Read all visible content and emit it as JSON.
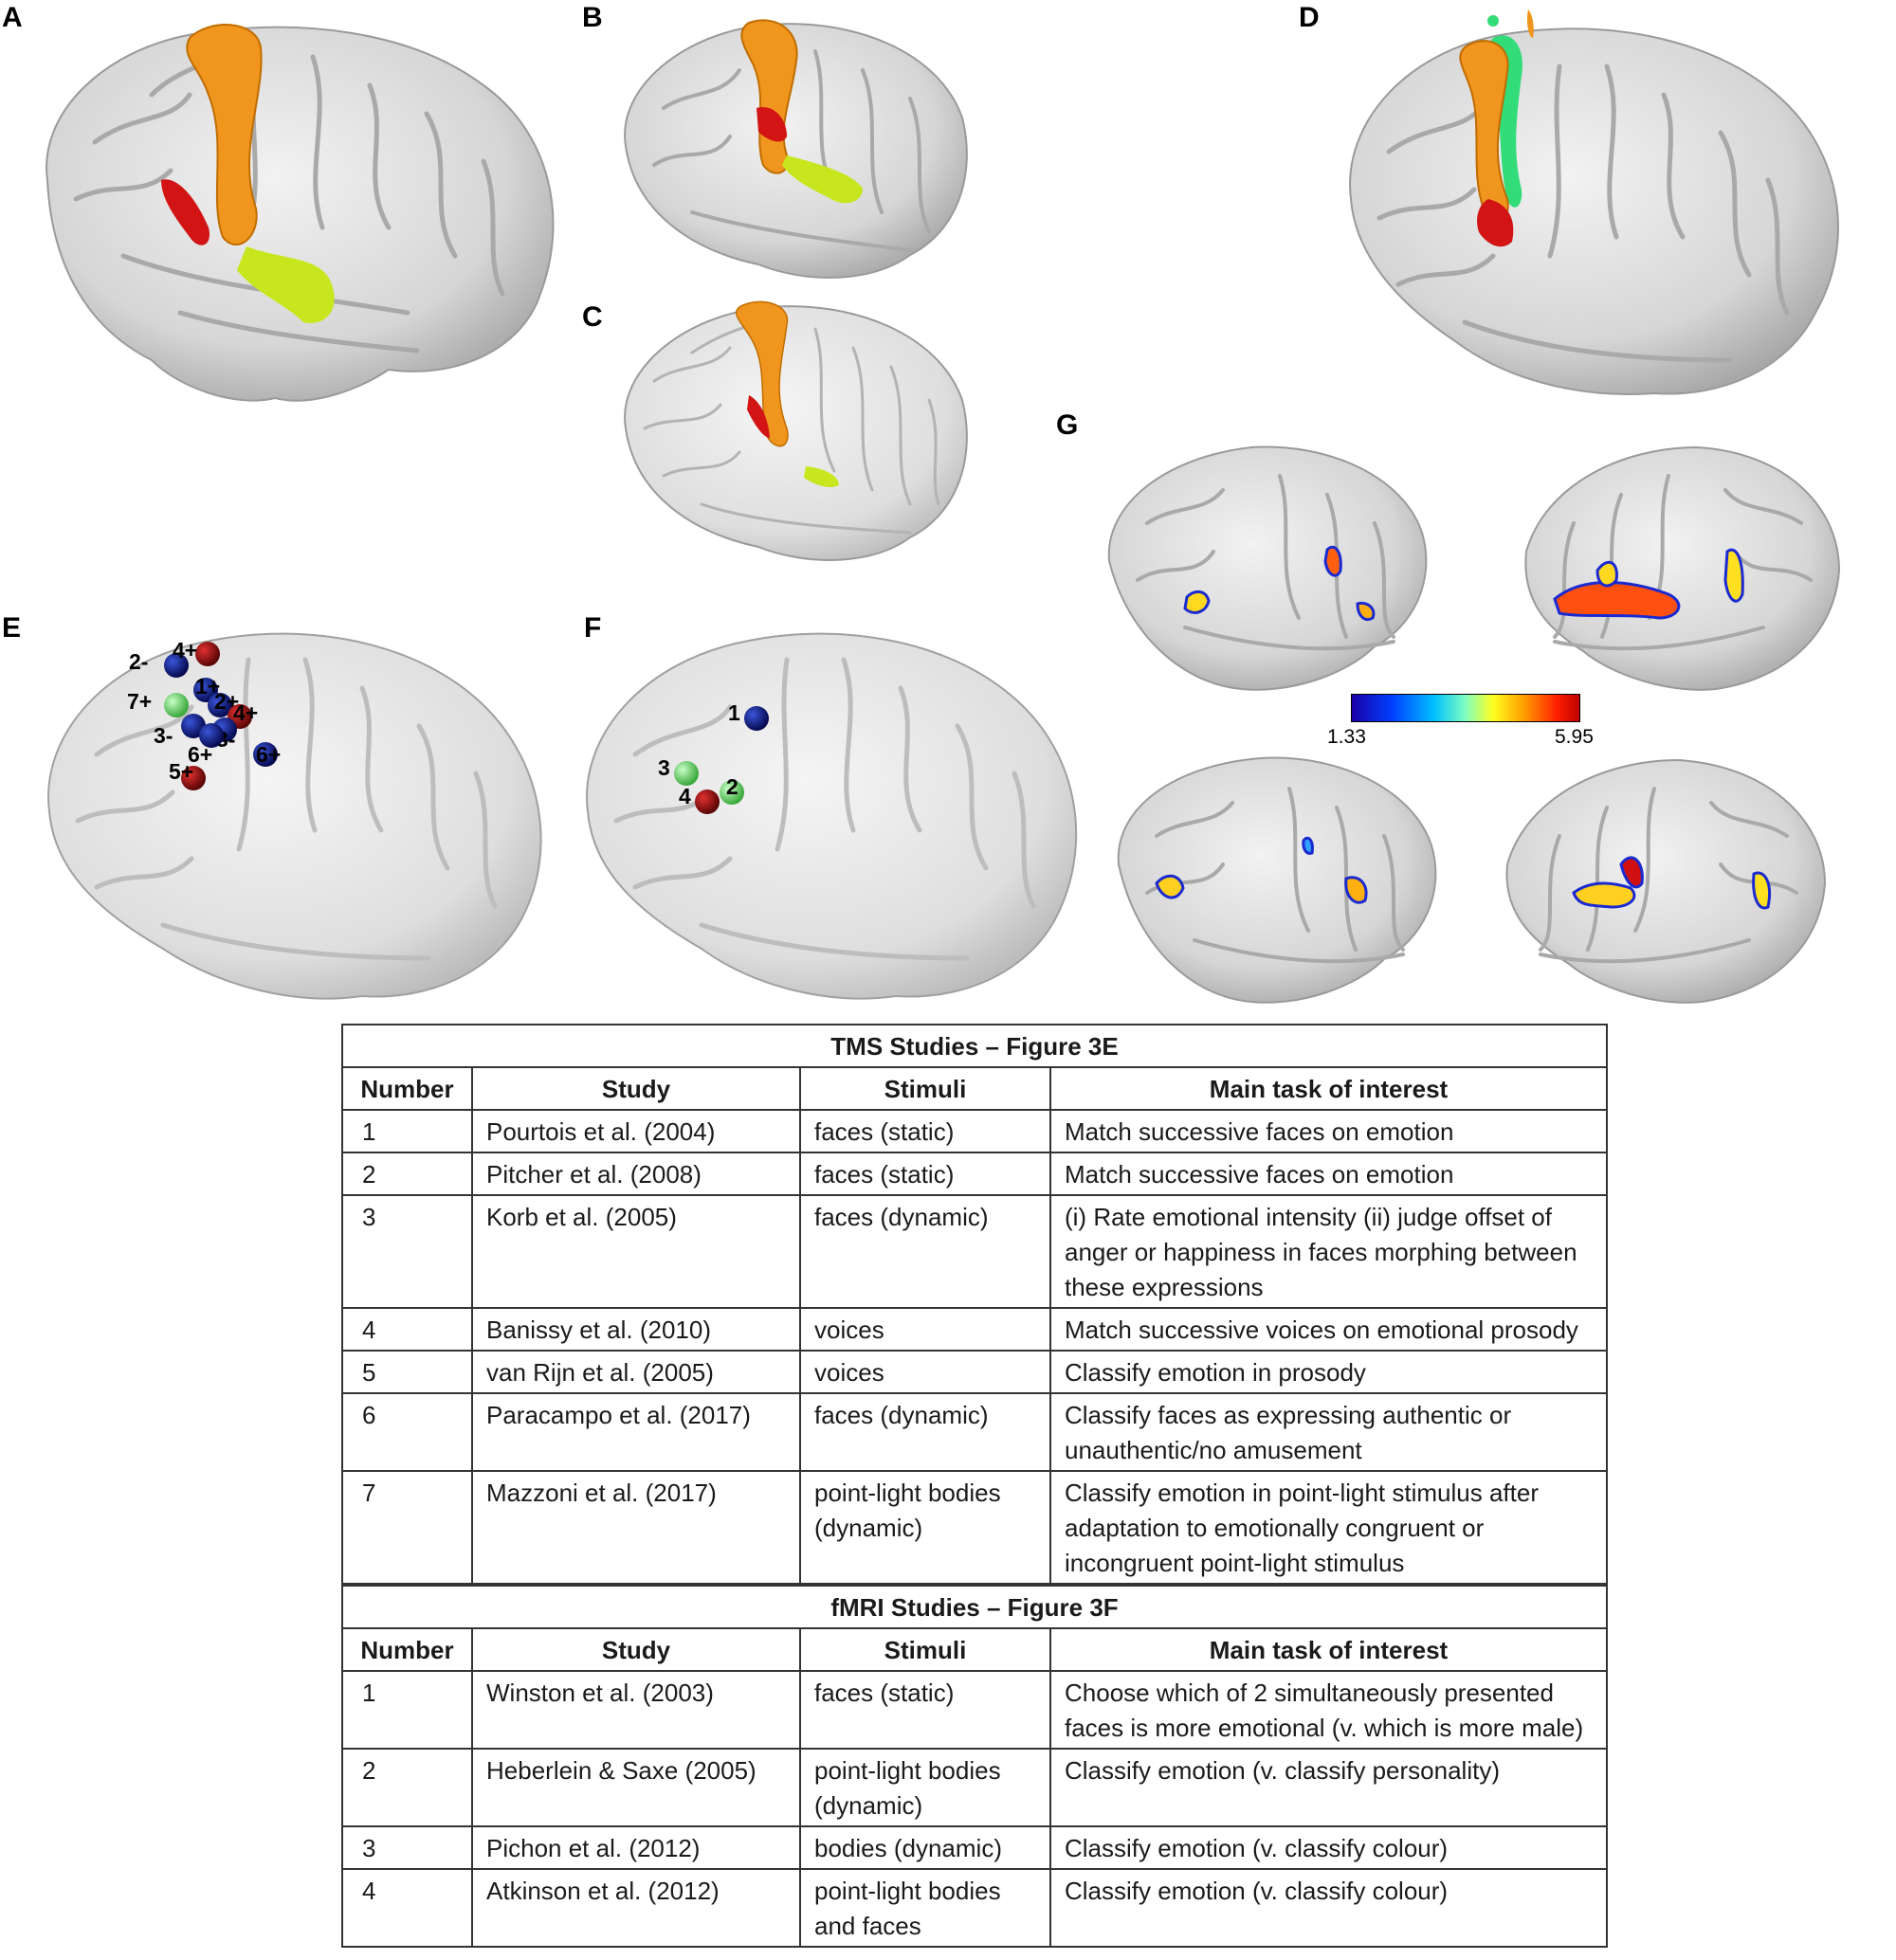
{
  "panels": {
    "a": "A",
    "b": "B",
    "c": "C",
    "d": "D",
    "e": "E",
    "f": "F",
    "g": "G"
  },
  "colors": {
    "brain": "#d7d7d7",
    "orange_region": "#f0961e",
    "red_region": "#d21414",
    "yellow_region": "#c8e61e",
    "green_region": "#32dc78",
    "blue_spot": "#0a1a8c",
    "red_spot": "#a01010",
    "green_spot": "#82e682"
  },
  "panel_e_spots": [
    {
      "label": "2-",
      "color": "blue_spot"
    },
    {
      "label": "4+",
      "color": "red_spot"
    },
    {
      "label": "1+",
      "color": "blue_spot"
    },
    {
      "label": "7+",
      "color": "green_spot"
    },
    {
      "label": "2+",
      "color": "blue_spot"
    },
    {
      "label": "4+",
      "color": "red_spot"
    },
    {
      "label": "3-",
      "color": "blue_spot"
    },
    {
      "label": "3-",
      "color": "blue_spot"
    },
    {
      "label": "6+",
      "color": "blue_spot"
    },
    {
      "label": "6+",
      "color": "blue_spot"
    },
    {
      "label": "5+",
      "color": "red_spot"
    }
  ],
  "panel_f_spots": [
    {
      "label": "1",
      "color": "blue_spot"
    },
    {
      "label": "3",
      "color": "green_spot"
    },
    {
      "label": "2",
      "color": "green_spot"
    },
    {
      "label": "4",
      "color": "red_spot"
    }
  ],
  "colorbar": {
    "min": "1.33",
    "max": "5.95"
  },
  "tms_table": {
    "caption": "TMS Studies – Figure 3E",
    "headers": [
      "Number",
      "Study",
      "Stimuli",
      "Main task of interest"
    ],
    "rows": [
      [
        "1",
        "Pourtois et al. (2004)",
        "faces (static)",
        "Match successive faces on emotion"
      ],
      [
        "2",
        "Pitcher et al. (2008)",
        "faces (static)",
        "Match successive faces on emotion"
      ],
      [
        "3",
        "Korb et al. (2005)",
        "faces (dynamic)",
        "(i) Rate emotional intensity (ii) judge offset of anger or happiness in faces morphing between these expressions"
      ],
      [
        "4",
        "Banissy et al. (2010)",
        "voices",
        "Match successive voices on emotional prosody"
      ],
      [
        "5",
        "van Rijn et al. (2005)",
        "voices",
        "Classify emotion in prosody"
      ],
      [
        "6",
        "Paracampo et al. (2017)",
        "faces (dynamic)",
        "Classify faces as expressing authentic or unauthentic/no amusement"
      ],
      [
        "7",
        "Mazzoni et al. (2017)",
        "point-light bodies (dynamic)",
        "Classify emotion in point-light stimulus after adaptation to emotionally congruent or incongruent point-light stimulus"
      ]
    ]
  },
  "fmri_table": {
    "caption": "fMRI Studies – Figure 3F",
    "headers": [
      "Number",
      "Study",
      "Stimuli",
      "Main task of interest"
    ],
    "rows": [
      [
        "1",
        "Winston et al. (2003)",
        "faces (static)",
        "Choose which of 2 simultaneously presented faces is more emotional (v. which is more male)"
      ],
      [
        "2",
        "Heberlein & Saxe (2005)",
        "point-light bodies (dynamic)",
        "Classify emotion (v. classify personality)"
      ],
      [
        "3",
        "Pichon et al. (2012)",
        "bodies (dynamic)",
        "Classify emotion (v. classify colour)"
      ],
      [
        "4",
        "Atkinson et al. (2012)",
        "point-light bodies and faces",
        "Classify emotion (v. classify colour)"
      ]
    ]
  }
}
